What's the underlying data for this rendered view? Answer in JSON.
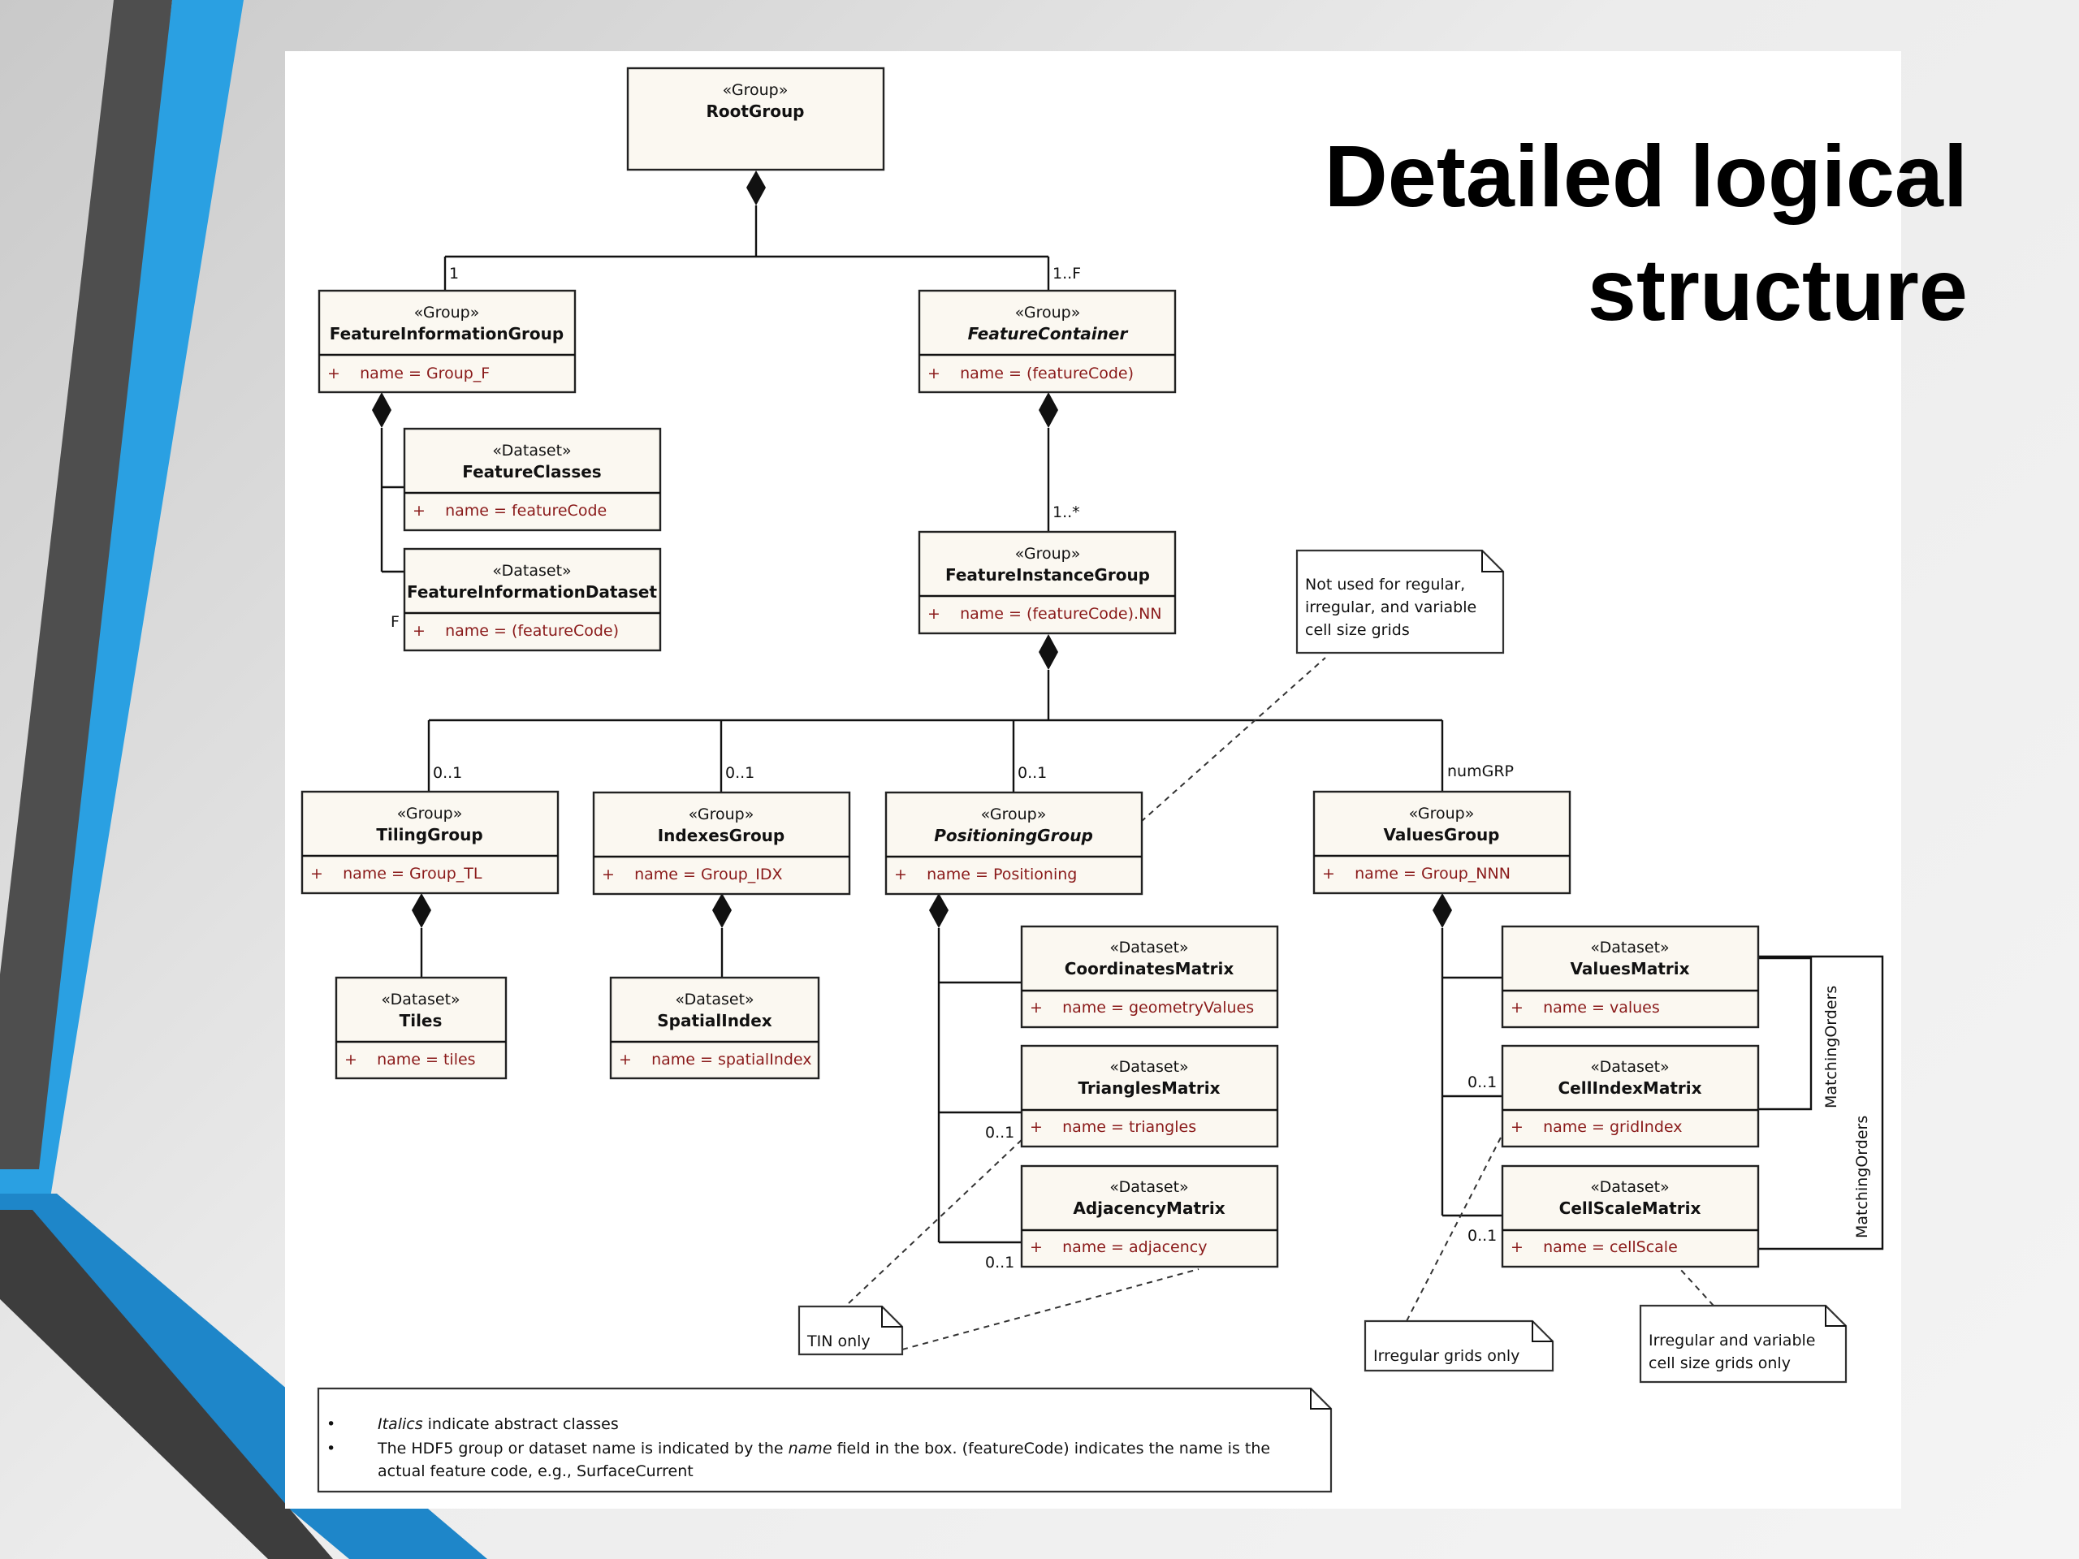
{
  "title": {
    "line1": "Detailed logical",
    "line2": "structure"
  },
  "diagram": {
    "classes": {
      "RootGroup": {
        "stereotype": "«Group»",
        "name": "RootGroup"
      },
      "FeatureInformationGroup": {
        "stereotype": "«Group»",
        "name": "FeatureInformationGroup",
        "attribute": "+    name = Group_F"
      },
      "FeatureContainer": {
        "stereotype": "«Group»",
        "name": "FeatureContainer",
        "attribute": "+    name = (featureCode)"
      },
      "FeatureClasses": {
        "stereotype": "«Dataset»",
        "name": "FeatureClasses",
        "attribute": "+    name = featureCode"
      },
      "FeatureInformationDataset": {
        "stereotype": "«Dataset»",
        "name": "FeatureInformationDataset",
        "attribute": "+    name = (featureCode)"
      },
      "FeatureInstanceGroup": {
        "stereotype": "«Group»",
        "name": "FeatureInstanceGroup",
        "attribute": "+    name = (featureCode).NN"
      },
      "TilingGroup": {
        "stereotype": "«Group»",
        "name": "TilingGroup",
        "attribute": "+    name = Group_TL"
      },
      "IndexesGroup": {
        "stereotype": "«Group»",
        "name": "IndexesGroup",
        "attribute": "+    name = Group_IDX"
      },
      "PositioningGroup": {
        "stereotype": "«Group»",
        "name": "PositioningGroup",
        "attribute": "+    name = Positioning"
      },
      "ValuesGroup": {
        "stereotype": "«Group»",
        "name": "ValuesGroup",
        "attribute": "+    name = Group_NNN"
      },
      "Tiles": {
        "stereotype": "«Dataset»",
        "name": "Tiles",
        "attribute": "+    name = tiles"
      },
      "SpatialIndex": {
        "stereotype": "«Dataset»",
        "name": "SpatialIndex",
        "attribute": "+    name = spatialIndex"
      },
      "CoordinatesMatrix": {
        "stereotype": "«Dataset»",
        "name": "CoordinatesMatrix",
        "attribute": "+    name = geometryValues"
      },
      "TrianglesMatrix": {
        "stereotype": "«Dataset»",
        "name": "TrianglesMatrix",
        "attribute": "+    name = triangles"
      },
      "AdjacencyMatrix": {
        "stereotype": "«Dataset»",
        "name": "AdjacencyMatrix",
        "attribute": "+    name = adjacency"
      },
      "ValuesMatrix": {
        "stereotype": "«Dataset»",
        "name": "ValuesMatrix",
        "attribute": "+    name = values"
      },
      "CellIndexMatrix": {
        "stereotype": "«Dataset»",
        "name": "CellIndexMatrix",
        "attribute": "+    name = gridIndex"
      },
      "CellScaleMatrix": {
        "stereotype": "«Dataset»",
        "name": "CellScaleMatrix",
        "attribute": "+    name = cellScale"
      }
    },
    "multiplicities": {
      "root_to_info": "1",
      "root_to_container": "1..F",
      "container_to_instance": "1..*",
      "info_dataset": "F",
      "tiling": "0..1",
      "indexes": "0..1",
      "positioning": "0..1",
      "values": "numGRP",
      "triangles": "0..1",
      "adjacency": "0..1",
      "cellindex": "0..1",
      "cellscale": "0..1"
    },
    "relation_labels": {
      "matching_orders_1": "MatchingOrders",
      "matching_orders_2": "MatchingOrders"
    },
    "notes": {
      "not_used": [
        "Not used for regular,",
        "irregular, and variable",
        "cell size grids"
      ],
      "tin_only": "TIN only",
      "irregular_grids": "Irregular grids only",
      "irregular_variable": [
        "Irregular and variable",
        "cell size grids only"
      ]
    },
    "legend": {
      "italics_word": "Italics",
      "item1_rest": " indicate abstract classes",
      "item2_part1": "The HDF5 group or dataset name is indicated by the ",
      "item2_name": "name",
      "item2_part2": " field in the box. (featureCode) indicates the name is the",
      "item2_line2": "actual feature code, e.g., SurfaceCurrent"
    }
  }
}
